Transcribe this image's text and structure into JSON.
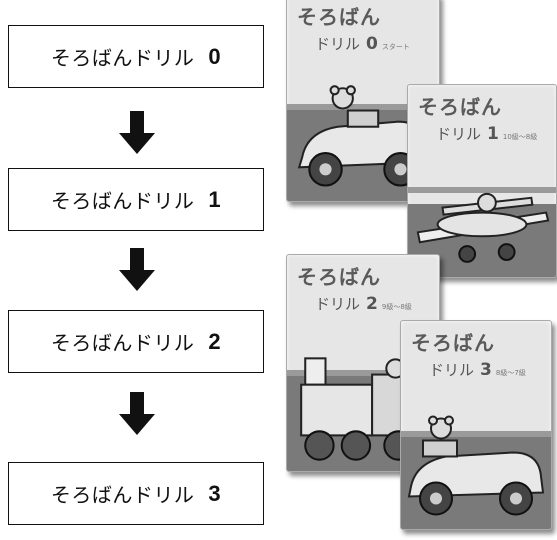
{
  "flow": [
    {
      "label": "そろばんドリル",
      "number": "0"
    },
    {
      "label": "そろばんドリル",
      "number": "1"
    },
    {
      "label": "そろばんドリル",
      "number": "2"
    },
    {
      "label": "そろばんドリル",
      "number": "3"
    }
  ],
  "books": [
    {
      "title": "そろばん",
      "subtitle": "ドリル",
      "number": "0",
      "note": "スタート",
      "illustration": "bear-in-car"
    },
    {
      "title": "そろばん",
      "subtitle": "ドリル",
      "number": "1",
      "note": "10級～8級",
      "illustration": "bear-in-airplane"
    },
    {
      "title": "そろばん",
      "subtitle": "ドリル",
      "number": "2",
      "note": "9級～8級",
      "illustration": "bear-on-train"
    },
    {
      "title": "そろばん",
      "subtitle": "ドリル",
      "number": "3",
      "note": "8級～7級",
      "illustration": "bear-in-car"
    }
  ],
  "colors": {
    "cover": "#e6e6e6",
    "band": "#7a7a7a",
    "text": "#111111"
  }
}
